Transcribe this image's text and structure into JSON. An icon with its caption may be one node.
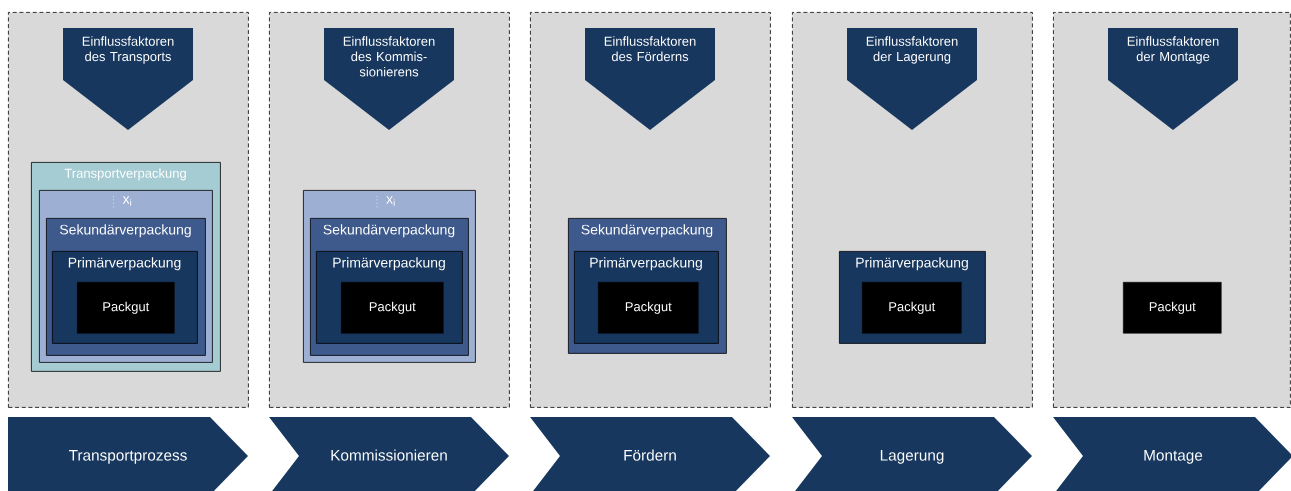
{
  "diagram": {
    "nodes": [
      {
        "text": [],
        "shape": "box"
      },
      {
        "text": [
          "Einflussfaktoren des Transports"
        ],
        "in": 0
      },
      {
        "text": [
          "Transportverpackung"
        ],
        "in": 0
      },
      {
        "text": [
          "x$_{i}$"
        ],
        "in": 2
      },
      {
        "text": [
          "Sekundärverpackung"
        ],
        "in": 3
      },
      {
        "text": [
          "Primärverpackung"
        ],
        "in": 4
      },
      {
        "text": [
          "Packgut"
        ],
        "in": 5
      },
      {
        "text": [],
        "shape": "box"
      },
      {
        "text": [
          "Einflussfaktoren des Kommis- sionierens"
        ],
        "in": 7
      },
      {
        "text": [
          "x$_{i}$"
        ],
        "in": 7
      },
      {
        "text": [
          "Sekundärverpackung"
        ],
        "in": 9
      },
      {
        "text": [
          "Primärverpackung"
        ],
        "in": 10
      },
      {
        "text": [
          "Packgut"
        ],
        "in": 11
      },
      {
        "text": [],
        "shape": "box"
      },
      {
        "text": [
          "Einflussfaktoren des Förderns"
        ],
        "in": 13
      },
      {
        "text": [
          "Sekundärverpackung"
        ],
        "in": 13
      },
      {
        "text": [
          "Primärverpackung"
        ],
        "in": 15
      },
      {
        "text": [
          "Packgut"
        ],
        "in": 16
      },
      {
        "text": [],
        "shape": "box"
      },
      {
        "text": [
          "Einflussfaktoren der Lagerung"
        ],
        "in": 18
      },
      {
        "text": [
          "Primärverpackung"
        ],
        "in": 18
      },
      {
        "text": [
          "Packgut"
        ],
        "in": 20
      },
      {
        "text": [],
        "shape": "box"
      },
      {
        "text": [
          "Einflussfaktoren der Montage"
        ],
        "in": 22
      },
      {
        "text": [
          "Packgut"
        ],
        "in": 22
      },
      {
        "text": [
          "Transportprozess"
        ]
      },
      {
        "text": [
          "Kommissionieren"
        ]
      },
      {
        "text": [
          "Fördern"
        ]
      },
      {
        "text": [
          "Lagerung"
        ]
      },
      {
        "text": [
          "Montage"
        ]
      }
    ]
  }
}
